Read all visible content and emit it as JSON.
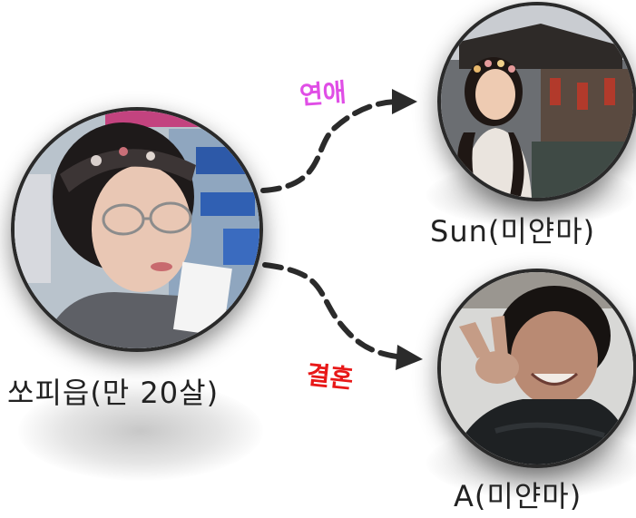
{
  "main_person": {
    "label": "쏘피읍(만 20살)"
  },
  "partner_top": {
    "label": "Sun(미얀마)"
  },
  "partner_bottom": {
    "label": "A(미얀마)"
  },
  "relations": {
    "top": {
      "label": "연애",
      "color": "#e04ee6"
    },
    "bottom": {
      "label": "결혼",
      "color": "#e81818"
    }
  },
  "colors": {
    "arrow": "#2b2b2b",
    "photo_border": "#2a2a2a"
  }
}
